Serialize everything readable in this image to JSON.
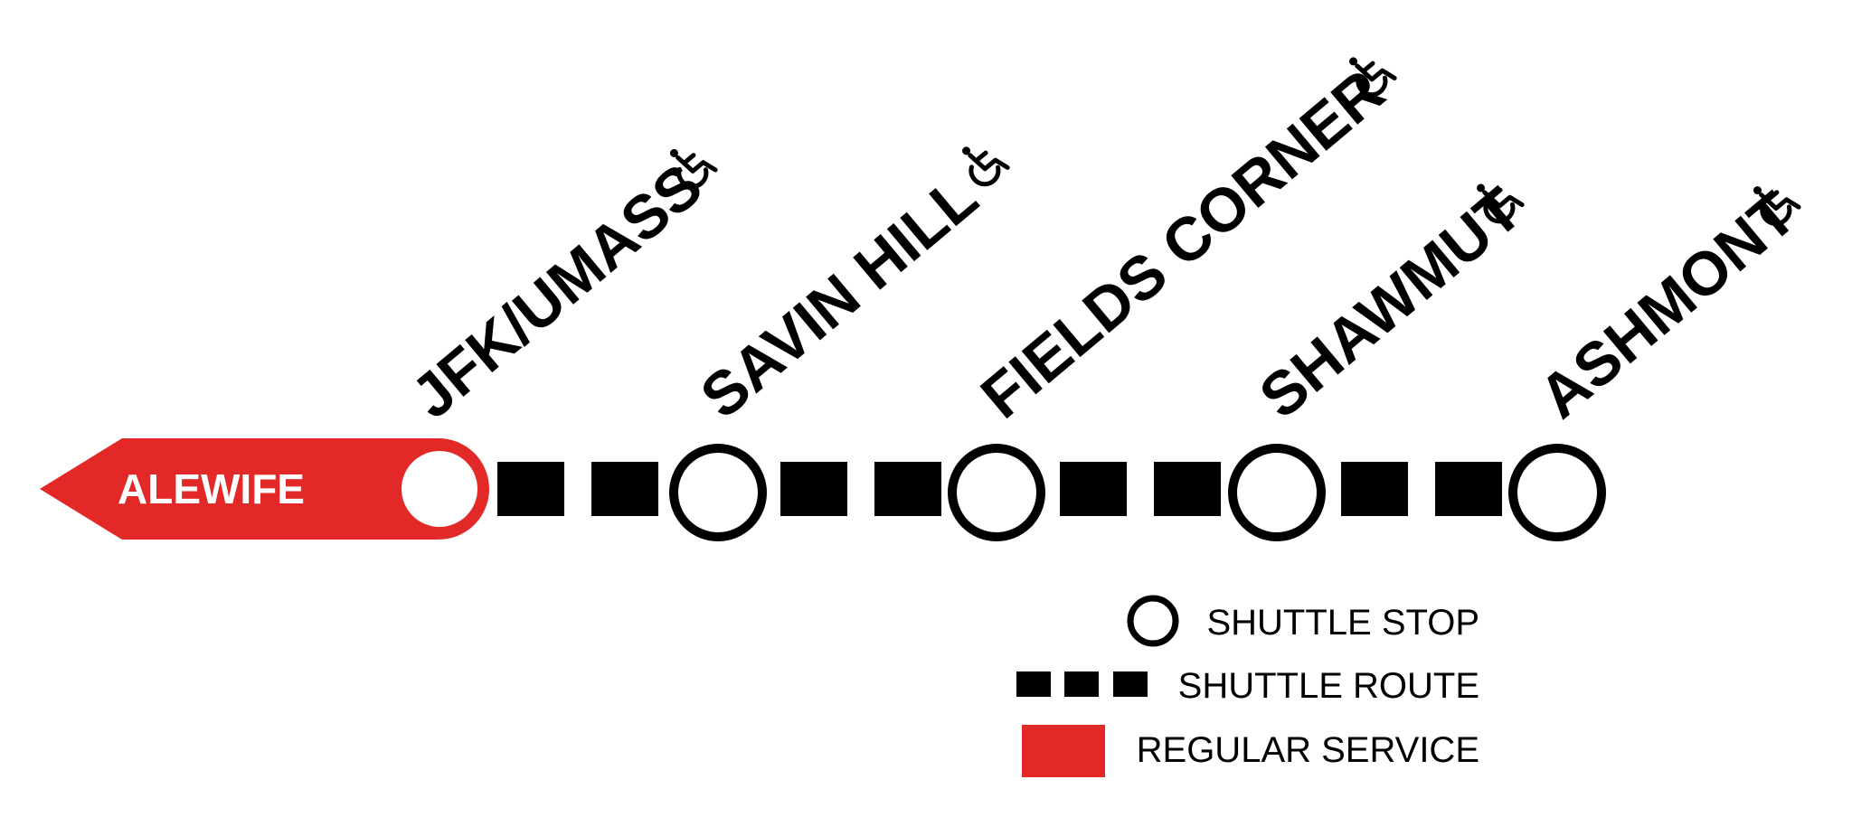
{
  "terminus": {
    "label": "ALEWIFE"
  },
  "stations": [
    {
      "name": "JFK/UMASS",
      "accessible": true
    },
    {
      "name": "SAVIN HILL",
      "accessible": true
    },
    {
      "name": "FIELDS CORNER",
      "accessible": true
    },
    {
      "name": "SHAWMUT",
      "accessible": true
    },
    {
      "name": "ASHMONT",
      "accessible": true
    }
  ],
  "accessibility_icon": "wheelchair-icon",
  "legend": {
    "shuttle_stop": "SHUTTLE STOP",
    "shuttle_route": "SHUTTLE ROUTE",
    "regular_service": "REGULAR SERVICE"
  },
  "colors": {
    "regular_service": "#e32828",
    "shuttle": "#000000",
    "background": "#ffffff"
  }
}
